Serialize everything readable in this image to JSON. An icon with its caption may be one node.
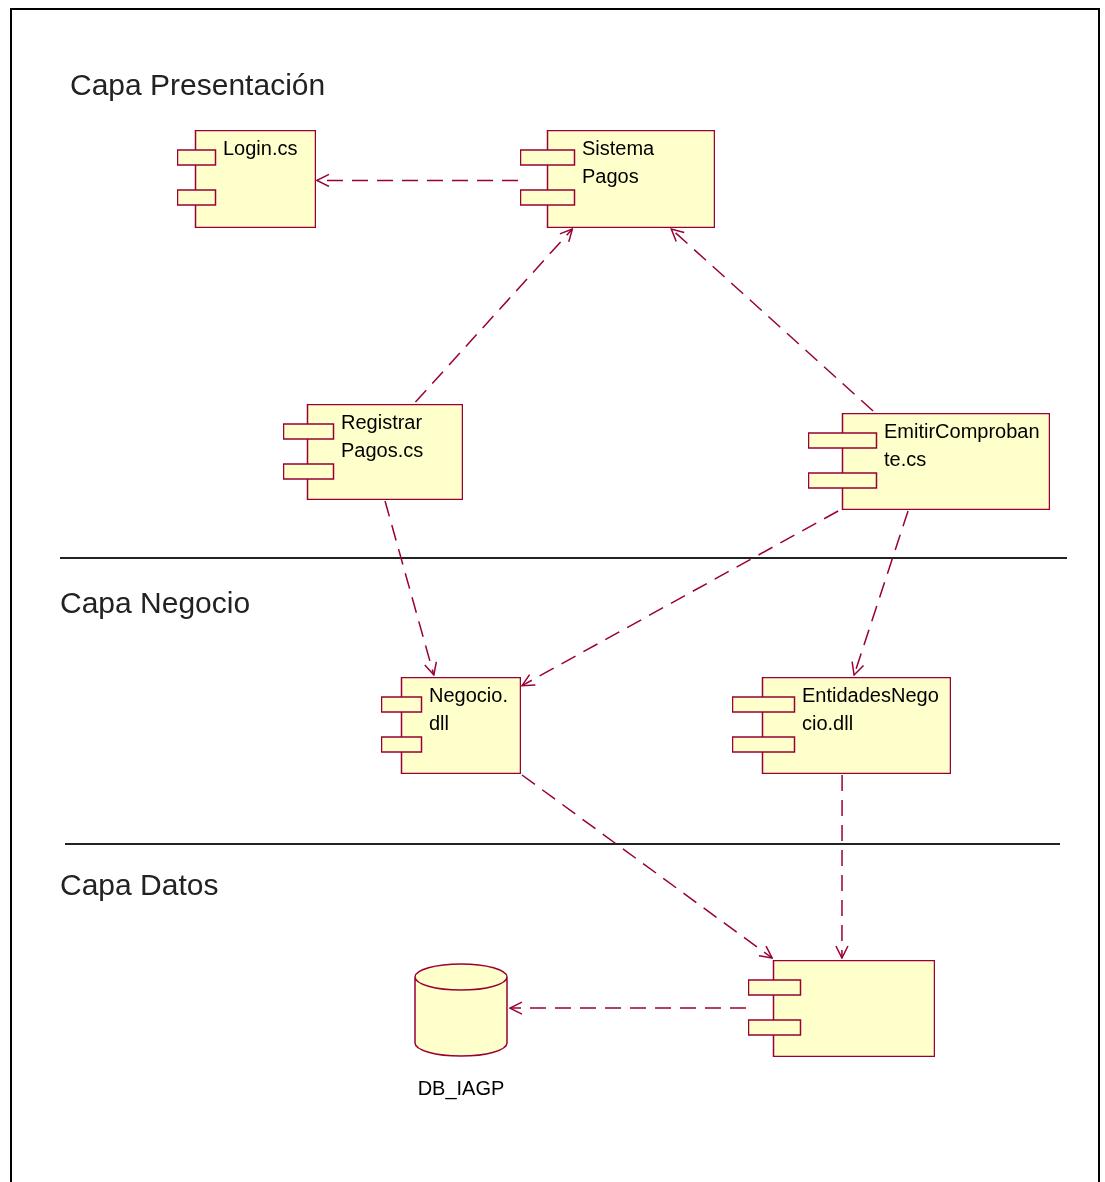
{
  "diagram": {
    "nodes": [
      {
        "text": [
          "Login.cs"
        ]
      },
      {
        "text": [
          "Sistema Pagos"
        ]
      },
      {
        "text": [
          "Registrar Pagos.cs"
        ]
      },
      {
        "text": [
          "EmitirComprobante.cs"
        ]
      },
      {
        "text": [
          "Negocio.dll"
        ]
      },
      {
        "text": [
          "EntidadesNegocio.dll"
        ]
      },
      {
        "text": [],
        "shape": "box"
      },
      {
        "text": [],
        "shape": "cylinder",
        "beside": [
          "DB_IAGP"
        ]
      }
    ],
    "edges": [
      {
        "from": 1,
        "to": 0,
        "arrow": "to",
        "style": "dashed"
      },
      {
        "from": 2,
        "to": 1,
        "arrow": "to",
        "style": "dashed"
      },
      {
        "from": 3,
        "to": 1,
        "arrow": "to",
        "style": "dashed"
      },
      {
        "from": 2,
        "to": 4,
        "arrow": "to",
        "style": "dashed"
      },
      {
        "from": 3,
        "to": 4,
        "arrow": "to",
        "style": "dashed"
      },
      {
        "from": 3,
        "to": 5,
        "arrow": "to",
        "style": "dashed"
      },
      {
        "from": 4,
        "to": 6,
        "arrow": "to",
        "style": "dashed"
      },
      {
        "from": 5,
        "to": 6,
        "arrow": "to",
        "style": "dashed"
      },
      {
        "from": 6,
        "to": 7,
        "arrow": "to",
        "style": "dashed"
      }
    ],
    "labels": [
      "Capa Presentación",
      "Capa Negocio",
      "Capa Datos"
    ]
  }
}
